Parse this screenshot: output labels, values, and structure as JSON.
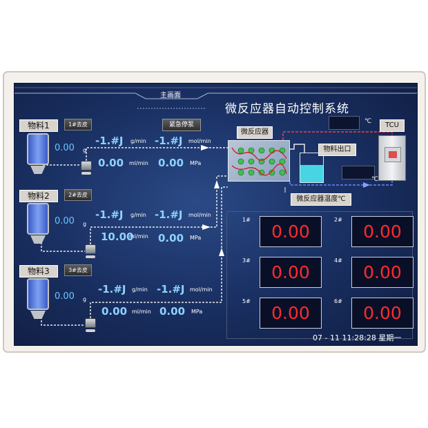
{
  "header": {
    "tab_title": "主画面",
    "system_title": "微反应器自动控制系统"
  },
  "stop_button": "紧急停泵",
  "materials": [
    {
      "label": "物料1",
      "tare_button": "1#去皮",
      "weight": "0.00",
      "weight_unit": "g",
      "mass_flow": "-1.#J",
      "mass_flow_unit": "g/min",
      "molar_flow": "-1.#J",
      "molar_flow_unit": "mol/min",
      "volume_flow": "0.00",
      "volume_flow_unit": "ml/min",
      "pressure": "0.00",
      "pressure_unit": "MPa"
    },
    {
      "label": "物料2",
      "tare_button": "2#去皮",
      "weight": "0.00",
      "weight_unit": "g",
      "mass_flow": "-1.#J",
      "mass_flow_unit": "g/min",
      "molar_flow": "-1.#J",
      "molar_flow_unit": "mol/min",
      "volume_flow": "10.00",
      "volume_flow_unit": "ml/min",
      "pressure": "0.00",
      "pressure_unit": "MPa"
    },
    {
      "label": "物料3",
      "tare_button": "3#去皮",
      "weight": "0.00",
      "weight_unit": "g",
      "mass_flow": "-1.#J",
      "mass_flow_unit": "g/min",
      "molar_flow": "-1.#J",
      "molar_flow_unit": "mol/min",
      "volume_flow": "0.00",
      "volume_flow_unit": "ml/min",
      "pressure": "0.00",
      "pressure_unit": "MPa"
    }
  ],
  "process": {
    "reactor_label": "微反应器",
    "outlet_label": "物料出口",
    "tcu_label": "TCU",
    "temp_label": "微反应器温度℃",
    "deg_unit_1": "℃",
    "deg_unit_2": "℃"
  },
  "temperatures": [
    {
      "num": "1#",
      "value": "0.00"
    },
    {
      "num": "2#",
      "value": "0.00"
    },
    {
      "num": "3#",
      "value": "0.00"
    },
    {
      "num": "4#",
      "value": "0.00"
    },
    {
      "num": "5#",
      "value": "0.00"
    },
    {
      "num": "6#",
      "value": "0.00"
    }
  ],
  "status": {
    "datetime": "07 - 11  11:28:28  星期一"
  },
  "colors": {
    "screen_bg": "#1b3266",
    "value_blue": "#8fd2ff",
    "alarm_red": "#ff2b2b"
  }
}
